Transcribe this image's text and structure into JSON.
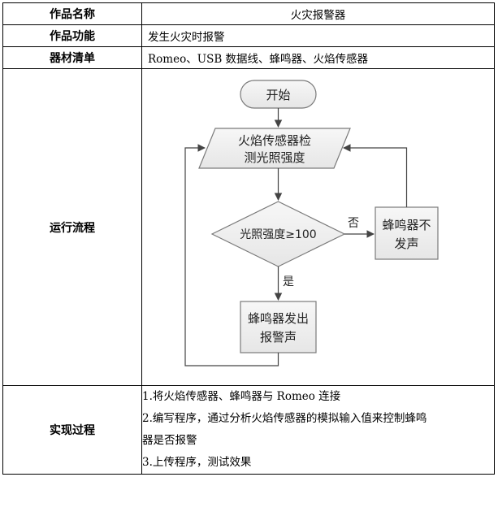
{
  "rows": {
    "name": {
      "label": "作品名称",
      "value": "火灾报警器"
    },
    "function": {
      "label": "作品功能",
      "value": "发生火灾时报警"
    },
    "materials": {
      "label": "器材清单",
      "value": "Romeo、USB 数据线、蜂鸣器、火焰传感器"
    },
    "flow": {
      "label": "运行流程"
    },
    "process": {
      "label": "实现过程",
      "steps": [
        "1.将火焰传感器、蜂鸣器与 Romeo 连接",
        "2.编写程序，通过分析火焰传感器的模拟输入值来控制蜂鸣",
        "器是否报警",
        "3.上传程序，测试效果"
      ]
    }
  },
  "flowchart": {
    "start": "开始",
    "sense_line1": "火焰传感器检",
    "sense_line2": "测光照强度",
    "decision": "光照强度≥100",
    "no_label": "否",
    "yes_label": "是",
    "silent_line1": "蜂鸣器不",
    "silent_line2": "发声",
    "alarm_line1": "蜂鸣器发出",
    "alarm_line2": "报警声"
  },
  "colors": {
    "box_fill": "#efefef",
    "box_stroke": "#7a7a7a",
    "arrow": "#444444"
  }
}
